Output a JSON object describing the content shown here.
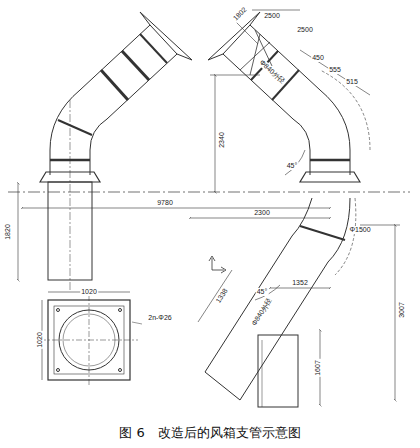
{
  "diagram": {
    "caption": "图 6　改造后的风箱支管示意图",
    "labels": [
      "1820",
      "9780",
      "2340",
      "2300",
      "1802",
      "2500",
      "2500",
      "450",
      "555",
      "515",
      "Φ840外径",
      "Φ840外径",
      "45°",
      "45°",
      "Φ1500",
      "1352",
      "1338",
      "3007",
      "1607",
      "2n-Φ26",
      "1020",
      "1020"
    ]
  }
}
